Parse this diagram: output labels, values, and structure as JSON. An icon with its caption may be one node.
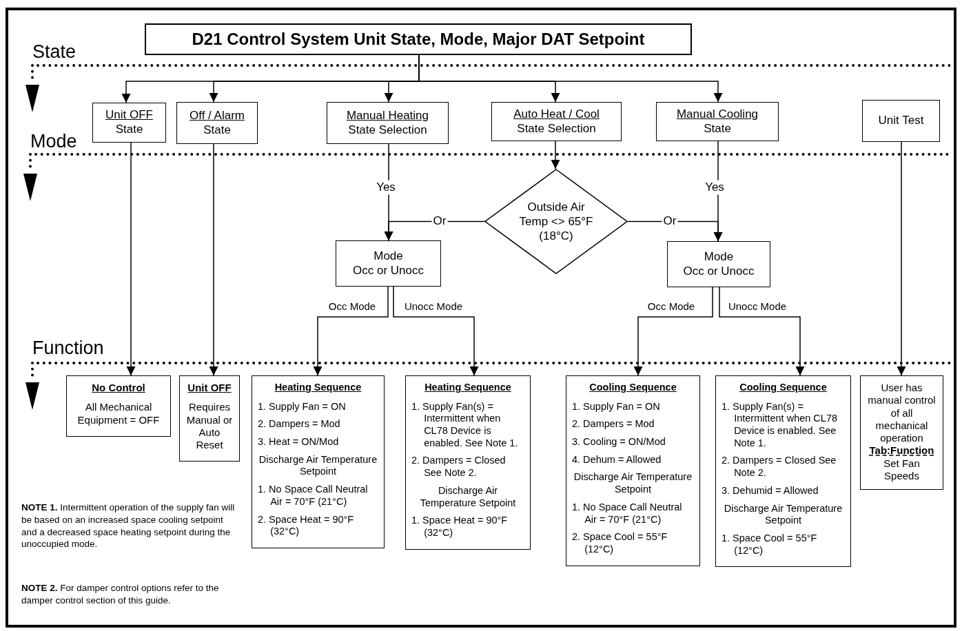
{
  "diagram": {
    "nodes": [
      {
        "text": [
          "D21 Control System Unit State, Mode, Major DAT Setpoint"
        ]
      },
      {
        "text": [
          "Unit OFF",
          "State"
        ]
      },
      {
        "text": [
          "Off / Alarm",
          "State"
        ]
      },
      {
        "text": [
          "Manual Heating",
          "State Selection"
        ]
      },
      {
        "text": [
          "Auto Heat / Cool",
          "State Selection"
        ]
      },
      {
        "text": [
          "Manual Cooling",
          "State"
        ]
      },
      {
        "text": [
          "Unit Test"
        ]
      },
      {
        "text": [
          "Outside Air Temp <> 65°F (18°C)"
        ]
      },
      {
        "text": [
          "Mode",
          "Occ or Unocc"
        ]
      },
      {
        "text": [
          "Mode",
          "Occ or Unocc"
        ]
      },
      {
        "text": [
          "No Control",
          "All Mechanical Equipment = OFF"
        ]
      },
      {
        "text": [
          "Unit OFF",
          "Requires Manual or Auto Reset"
        ]
      },
      {
        "text": [
          "Heating Sequence",
          "1. Supply Fan = ON",
          "2. Dampers = Mod",
          "3. Heat = ON/Mod",
          "Discharge Air Temperature Setpoint",
          "1. No Space Call Neutral Air = 70°F (21°C)",
          "2. Space Heat = 90°F (32°C)"
        ]
      },
      {
        "text": [
          "Heating Sequence",
          "1. Supply Fan(s) = Intermittent when CL78 Device is enabled. See Note 1.",
          "2. Dampers = Closed See Note 2.",
          "Discharge Air Temperature Setpoint",
          "1. Space Heat = 90°F (32°C)"
        ]
      },
      {
        "text": [
          "Cooling Sequence",
          "1. Supply Fan = ON",
          "2. Dampers = Mod",
          "3. Cooling = ON/Mod",
          "4. Dehum = Allowed",
          "Discharge Air Temperature Setpoint",
          "1. No Space Call Neutral Air = 70°F (21°C)",
          "2. Space Cool = 55°F (12°C)"
        ]
      },
      {
        "text": [
          "Cooling Sequence",
          "1. Supply Fan(s) = Intermittent when CL78 Device is enabled. See Note 1.",
          "2. Dampers = Closed See Note 2.",
          "3. Dehumid = Allowed",
          "Discharge Air Temperature Setpoint",
          "1. Space Cool = 55°F (12°C)"
        ]
      },
      {
        "text": [
          "User has manual control of all mechanical operation",
          "Tab:Function",
          "Set Fan Speeds"
        ]
      }
    ],
    "edges": [
      {
        "from": 0,
        "to": 1,
        "arrow": "to"
      },
      {
        "from": 0,
        "to": 2,
        "arrow": "to"
      },
      {
        "from": 0,
        "to": 3,
        "arrow": "to"
      },
      {
        "from": 0,
        "to": 4,
        "arrow": "to"
      },
      {
        "from": 0,
        "to": 5,
        "arrow": "to"
      },
      {
        "from": 1,
        "to": 10,
        "arrow": "to"
      },
      {
        "from": 2,
        "to": 11,
        "arrow": "to"
      },
      {
        "from": 3,
        "to": 8,
        "arrow": "to",
        "label": "Yes"
      },
      {
        "from": 4,
        "to": 7,
        "arrow": "to"
      },
      {
        "from": 5,
        "to": 9,
        "arrow": "to",
        "label": "Yes"
      },
      {
        "from": 7,
        "to": 8,
        "arrow": "to",
        "label": "Or"
      },
      {
        "from": 7,
        "to": 9,
        "arrow": "to",
        "label": "Or"
      },
      {
        "from": 8,
        "to": 12,
        "arrow": "to",
        "label": "Occ Mode"
      },
      {
        "from": 8,
        "to": 13,
        "arrow": "to",
        "label": "Unocc Mode"
      },
      {
        "from": 9,
        "to": 14,
        "arrow": "to",
        "label": "Occ Mode"
      },
      {
        "from": 9,
        "to": 15,
        "arrow": "to",
        "label": "Unocc Mode"
      },
      {
        "from": 6,
        "to": 16,
        "arrow": "to"
      }
    ],
    "labels": [
      "State",
      "Mode",
      "Function",
      "**NOTE 1.** Intermittent operation of the supply fan will be based on an increased space cooling setpoint and a decreased space heating setpoint during the unoccupied mode.",
      "**NOTE 2.** For damper control options refer to the damper control section of this guide."
    ]
  }
}
